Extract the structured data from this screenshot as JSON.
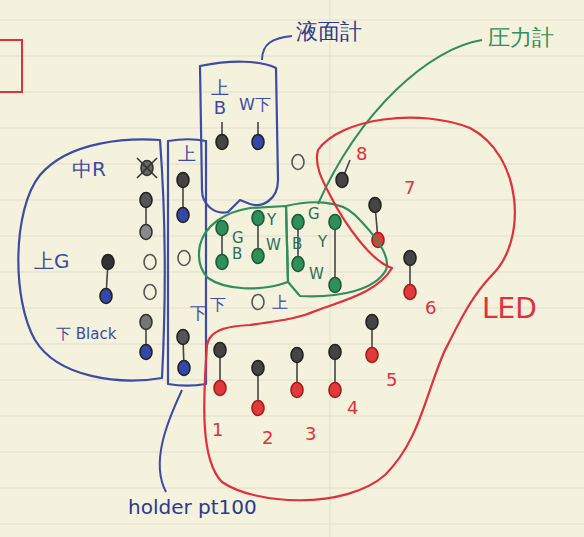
{
  "diagram": {
    "nodes": [
      {
        "text": [
          "中R",
          "上G",
          "下 Black"
        ]
      },
      {
        "text": [
          "上",
          "下"
        ]
      },
      {
        "text": [
          "上B",
          "W下"
        ]
      },
      {
        "text": [
          "G",
          "Y",
          "B",
          "W"
        ]
      },
      {
        "text": [
          "G",
          "B",
          "Y",
          "W"
        ]
      },
      {
        "text": [
          "LED",
          "8",
          "7",
          "6",
          "5",
          "4",
          "3",
          "2",
          "1"
        ]
      }
    ],
    "labels": [
      "液面計",
      "圧力計",
      "下",
      "上",
      "holder pt100"
    ]
  }
}
